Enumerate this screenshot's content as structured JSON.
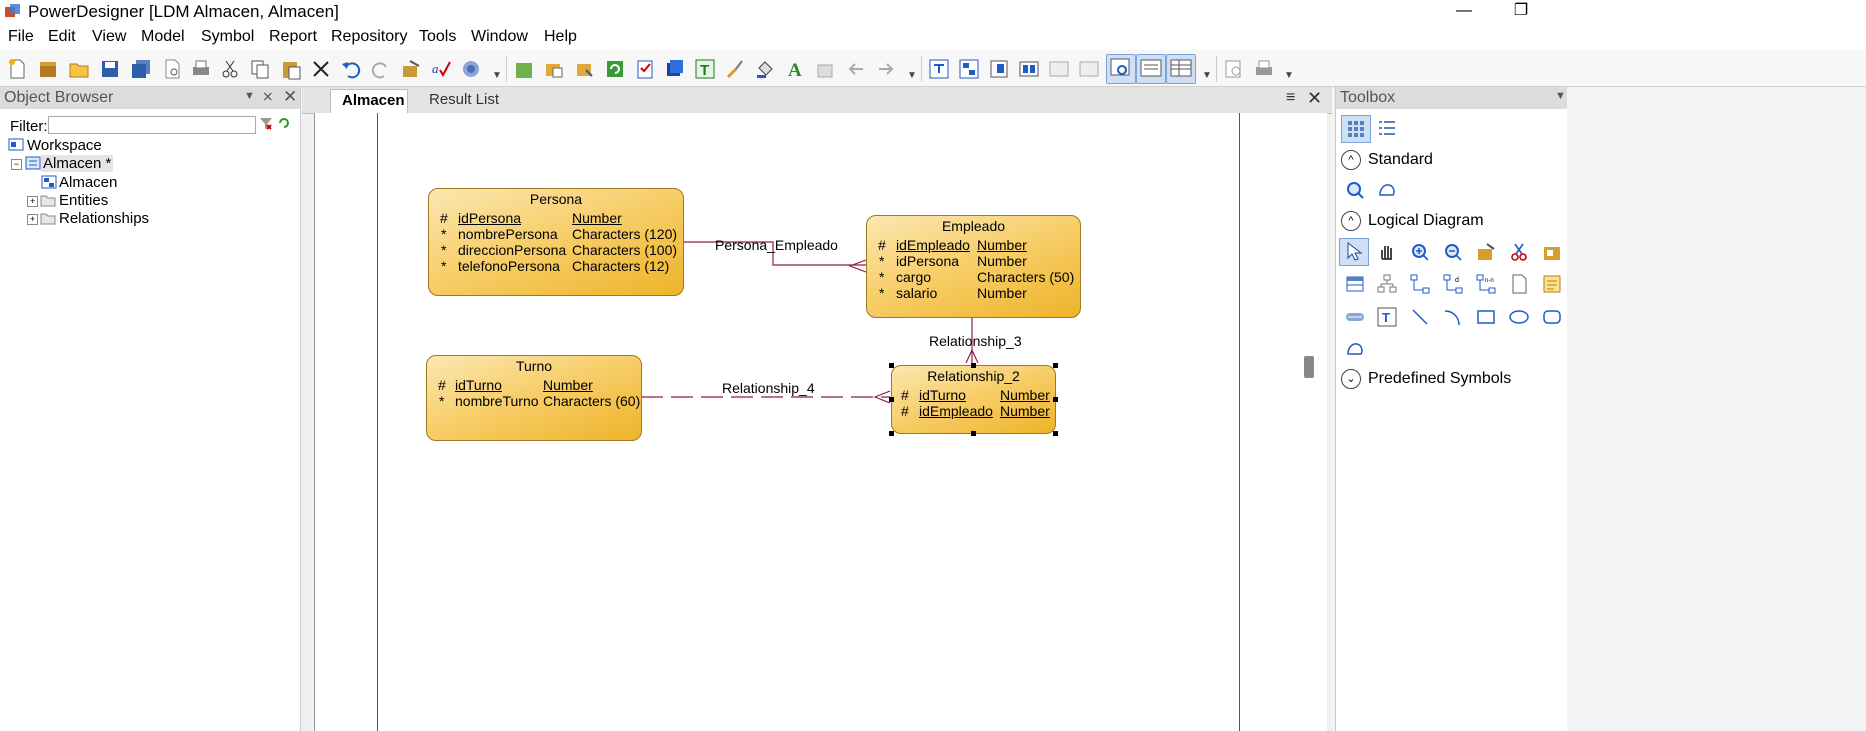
{
  "window": {
    "title": "PowerDesigner [LDM Almacen, Almacen]"
  },
  "menu": [
    "File",
    "Edit",
    "View",
    "Model",
    "Symbol",
    "Report",
    "Repository",
    "Tools",
    "Window",
    "Help"
  ],
  "browser": {
    "title": "Object Browser",
    "filter_label": "Filter:",
    "filter_value": "",
    "tree": {
      "workspace": "Workspace",
      "model": "Almacen *",
      "diagram": "Almacen",
      "entities": "Entities",
      "relationships": "Relationships"
    }
  },
  "tabs": [
    "Almacen",
    "Result List"
  ],
  "diagram": {
    "entities": {
      "persona": {
        "name": "Persona",
        "attributes": [
          {
            "marker": "#",
            "name": "idPersona",
            "type": "Number",
            "key": true
          },
          {
            "marker": "*",
            "name": "nombrePersona",
            "type": "Characters (120)",
            "key": false
          },
          {
            "marker": "*",
            "name": "direccionPersona",
            "type": "Characters (100)",
            "key": false
          },
          {
            "marker": "*",
            "name": "telefonoPersona",
            "type": "Characters (12)",
            "key": false
          }
        ]
      },
      "empleado": {
        "name": "Empleado",
        "attributes": [
          {
            "marker": "#",
            "name": "idEmpleado",
            "type": "Number",
            "key": true
          },
          {
            "marker": "*",
            "name": "idPersona",
            "type": "Number",
            "key": false
          },
          {
            "marker": "*",
            "name": "cargo",
            "type": "Characters (50)",
            "key": false
          },
          {
            "marker": "*",
            "name": "salario",
            "type": "Number",
            "key": false
          }
        ]
      },
      "turno": {
        "name": "Turno",
        "attributes": [
          {
            "marker": "#",
            "name": "idTurno",
            "type": "Number",
            "key": true
          },
          {
            "marker": "*",
            "name": "nombreTurno",
            "type": "Characters (60)",
            "key": false
          }
        ]
      },
      "relationship2": {
        "name": "Relationship_2",
        "attributes": [
          {
            "marker": "#",
            "name": "idTurno",
            "type": "Number",
            "key": true
          },
          {
            "marker": "#",
            "name": "idEmpleado",
            "type": "Number",
            "key": true
          }
        ]
      }
    },
    "relationships": {
      "persona_empleado": "Persona_Empleado",
      "relationship_3": "Relationship_3",
      "relationship_4": "Relationship_4"
    },
    "colors": {
      "entity_fill": "#f5c451",
      "link": "#8a1f4a"
    }
  },
  "toolbox": {
    "title": "Toolbox",
    "sections": [
      "Standard",
      "Logical Diagram",
      "Predefined Symbols"
    ]
  }
}
